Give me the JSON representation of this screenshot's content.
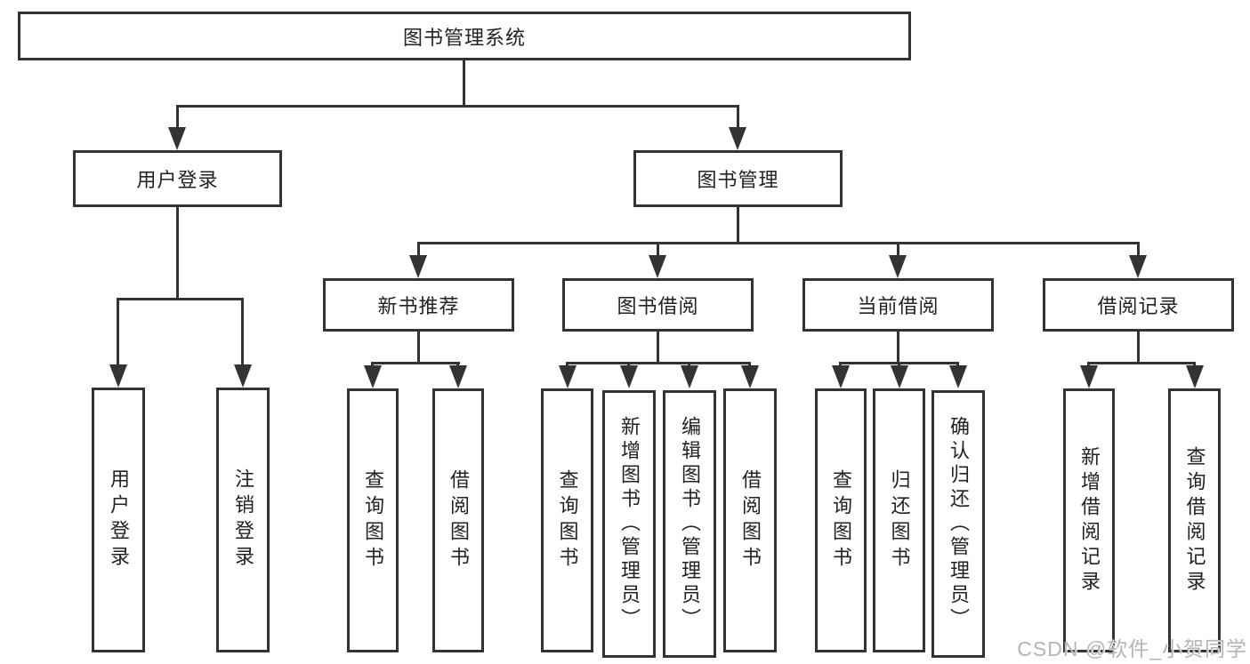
{
  "diagram": {
    "root": {
      "label": "图书管理系统"
    },
    "branches": [
      {
        "label": "用户登录",
        "children": [
          {
            "label": "用户登录"
          },
          {
            "label": "注销登录"
          }
        ]
      },
      {
        "label": "图书管理",
        "children": [
          {
            "label": "新书推荐",
            "children": [
              {
                "label": "查询图书"
              },
              {
                "label": "借阅图书"
              }
            ]
          },
          {
            "label": "图书借阅",
            "children": [
              {
                "label": "查询图书"
              },
              {
                "label": "新增图书（管理员）"
              },
              {
                "label": "编辑图书（管理员）"
              },
              {
                "label": "借阅图书"
              }
            ]
          },
          {
            "label": "当前借阅",
            "children": [
              {
                "label": "查询图书"
              },
              {
                "label": "归还图书"
              },
              {
                "label": "确认归还（管理员）"
              }
            ]
          },
          {
            "label": "借阅记录",
            "children": [
              {
                "label": "新增借阅记录"
              },
              {
                "label": "查询借阅记录"
              }
            ]
          }
        ]
      }
    ]
  },
  "watermark": {
    "text": "CSDN @软件_小贺同学"
  },
  "colors": {
    "line": "#333333",
    "text": "#222222",
    "background": "#ffffff",
    "watermark": "#b4b4b9"
  }
}
